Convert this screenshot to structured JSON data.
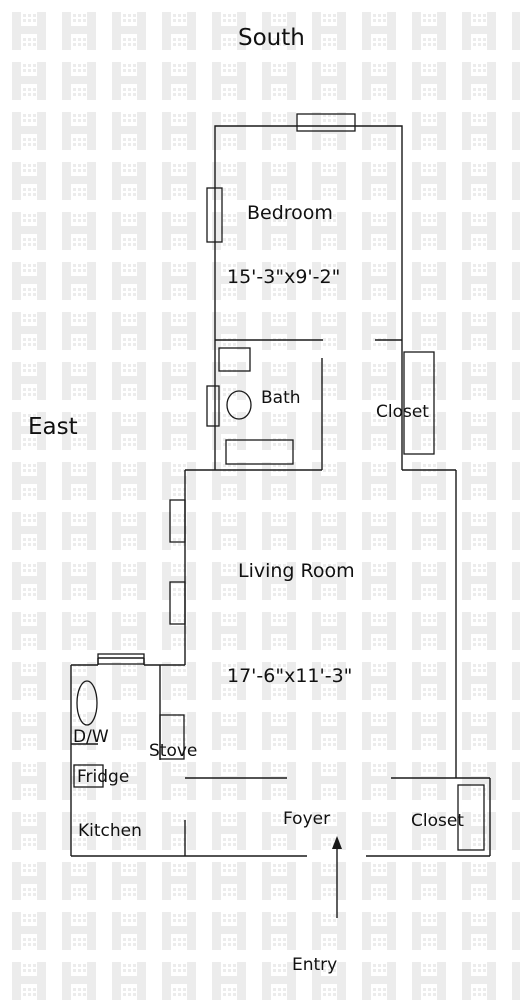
{
  "compass": {
    "top": "South",
    "left": "East"
  },
  "rooms": {
    "bedroom": {
      "name": "Bedroom",
      "dims": "15'-3\"x9'-2\""
    },
    "bath": {
      "name": "Bath"
    },
    "closet_upper": {
      "name": "Closet"
    },
    "living": {
      "name": "Living Room",
      "dims": "17'-6\"x11'-3\""
    },
    "kitchen": {
      "name": "Kitchen"
    },
    "foyer": {
      "name": "Foyer"
    },
    "closet_lower": {
      "name": "Closet"
    }
  },
  "appliances": {
    "dishwasher": "D/W",
    "fridge": "Fridge",
    "stove": "Stove"
  },
  "entry": "Entry"
}
